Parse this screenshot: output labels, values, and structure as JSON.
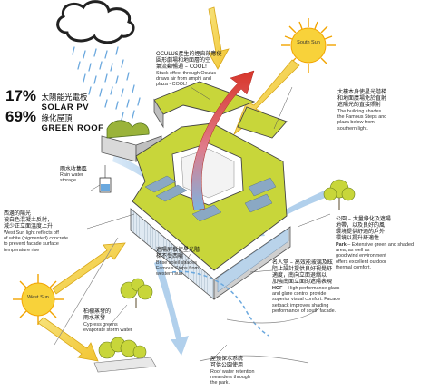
{
  "stats": {
    "solar": {
      "pct": "17%",
      "zh": "太陽能光電板",
      "en": "SOLAR PV"
    },
    "green": {
      "pct": "69%",
      "zh": "綠化屋頂",
      "en": "GREEN ROOF"
    }
  },
  "suns": {
    "south": "South Sun",
    "west": "West Sun"
  },
  "annotations": {
    "oculus": {
      "zh": [
        "OCULUS產生的煙囪效應使",
        "圓形劇場和地面層的空",
        "氣流動暢通 – COOL!"
      ],
      "en": [
        "Stack effect through Oculus",
        "draws air from amphi and",
        "plaza - COOL!"
      ]
    },
    "shades": {
      "zh": [
        "大樓本身使星光階梯",
        "和地面廣場免於直射",
        "遮陽光的直接照射"
      ],
      "en": [
        "The building shades",
        "the Famous Steps and",
        "plaza below from",
        "southern light."
      ]
    },
    "rain": {
      "zh": [
        "雨水收集區"
      ],
      "en": [
        "Rain water",
        "storage"
      ]
    },
    "west_light": {
      "zh": [
        "西邊的陽光",
        "被白色混凝土反射，",
        "減少正立面溫度上升"
      ],
      "en": [
        "West Sun light reflects off",
        "of white (pigmented) concrete",
        "to prevent facade surface",
        "temperature rise"
      ]
    },
    "park": {
      "zh": [
        "公園 – 大量綠化及遮陽",
        "地帶，以及良好的風",
        "環境提供舒適的戶外",
        "環境以提升舒適性"
      ],
      "en_bold": "Park",
      "en": [
        "– Extensive green and shaded",
        "area, as well as",
        "good wind environment",
        "offers excellent outdoor",
        "thermal comfort."
      ]
    },
    "brise": {
      "zh": [
        "遮陽屏板使星光階",
        "梯不受西曬"
      ],
      "en": [
        "Brise soleil shades",
        "Famous Steps from",
        "western sun"
      ]
    },
    "hof": {
      "zh": [
        "名人堂 – 高效能玻璃及眩",
        "阻止設計提供良好視覺舒",
        "適度，南向立面退縮以",
        "加強南面立面的遮陽表現"
      ],
      "en_bold": "HOF",
      "en": [
        "– High performance glass",
        "and glare control provide",
        "superior visual comfort. Facade",
        "setback improves shading",
        "performance of south facade."
      ]
    },
    "cypress": {
      "zh": [
        "柏樹蒸發的",
        "雨水蒸發"
      ],
      "en": [
        "Cypress greens",
        "evaporate storm water"
      ]
    },
    "roofwater": {
      "zh": [
        "屋頂保水系統",
        "可供公園使用"
      ],
      "en": [
        "Roof water retention",
        "meanders through",
        "the park."
      ]
    }
  },
  "colors": {
    "roof_green": "#c8d63a",
    "facade_blue": "#8fb7de",
    "wall_gray": "#c9c9c9",
    "arrow_red": "#d8362b",
    "sun_arrow": "#f2c531",
    "wind_blue": "#a8cbea",
    "rain_blue": "#6aa8de",
    "cloud": "#222222"
  }
}
